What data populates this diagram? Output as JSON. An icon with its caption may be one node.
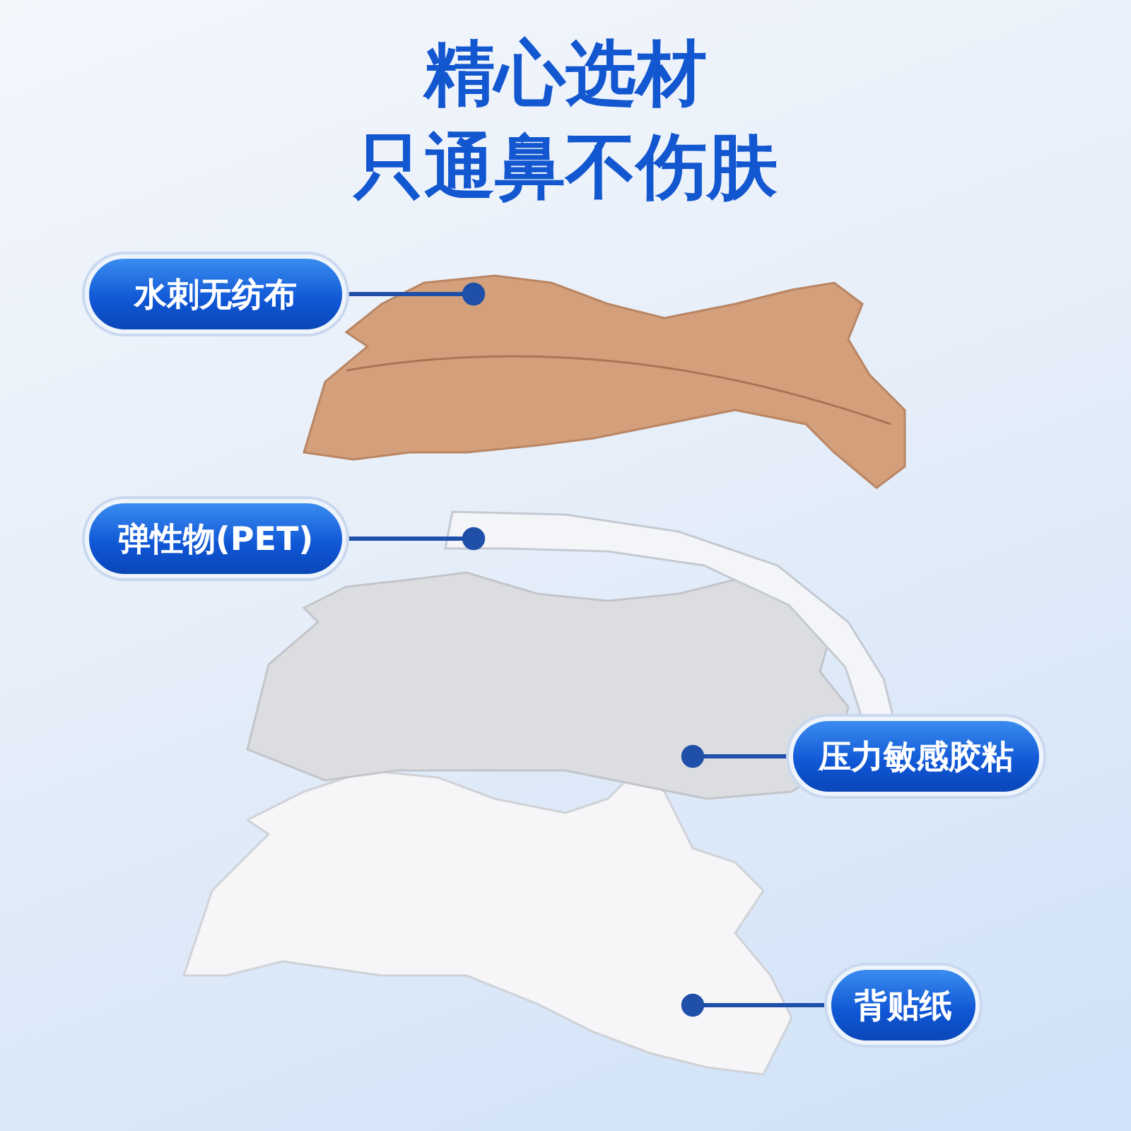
{
  "diagram": {
    "title": "精心选材",
    "nodes": [
      {
        "text": [
          "水刺无纺布"
        ]
      },
      {
        "text": [
          "弹性物(PET)"
        ]
      },
      {
        "text": [
          "压力敏感胶粘"
        ]
      },
      {
        "text": [
          "背贴纸"
        ]
      },
      {
        "text": [],
        "shape": "picture"
      },
      {
        "text": [],
        "shape": "picture"
      },
      {
        "text": [],
        "shape": "picture"
      },
      {
        "text": [],
        "shape": "picture"
      }
    ],
    "edges": [
      {
        "from": 0,
        "to": 4,
        "arrow": "other"
      },
      {
        "from": 1,
        "to": 5,
        "arrow": "other"
      },
      {
        "from": 2,
        "to": 6,
        "arrow": "other"
      },
      {
        "from": 3,
        "to": 7,
        "arrow": "other"
      }
    ],
    "labels": [
      "只通鼻不伤肤"
    ]
  }
}
